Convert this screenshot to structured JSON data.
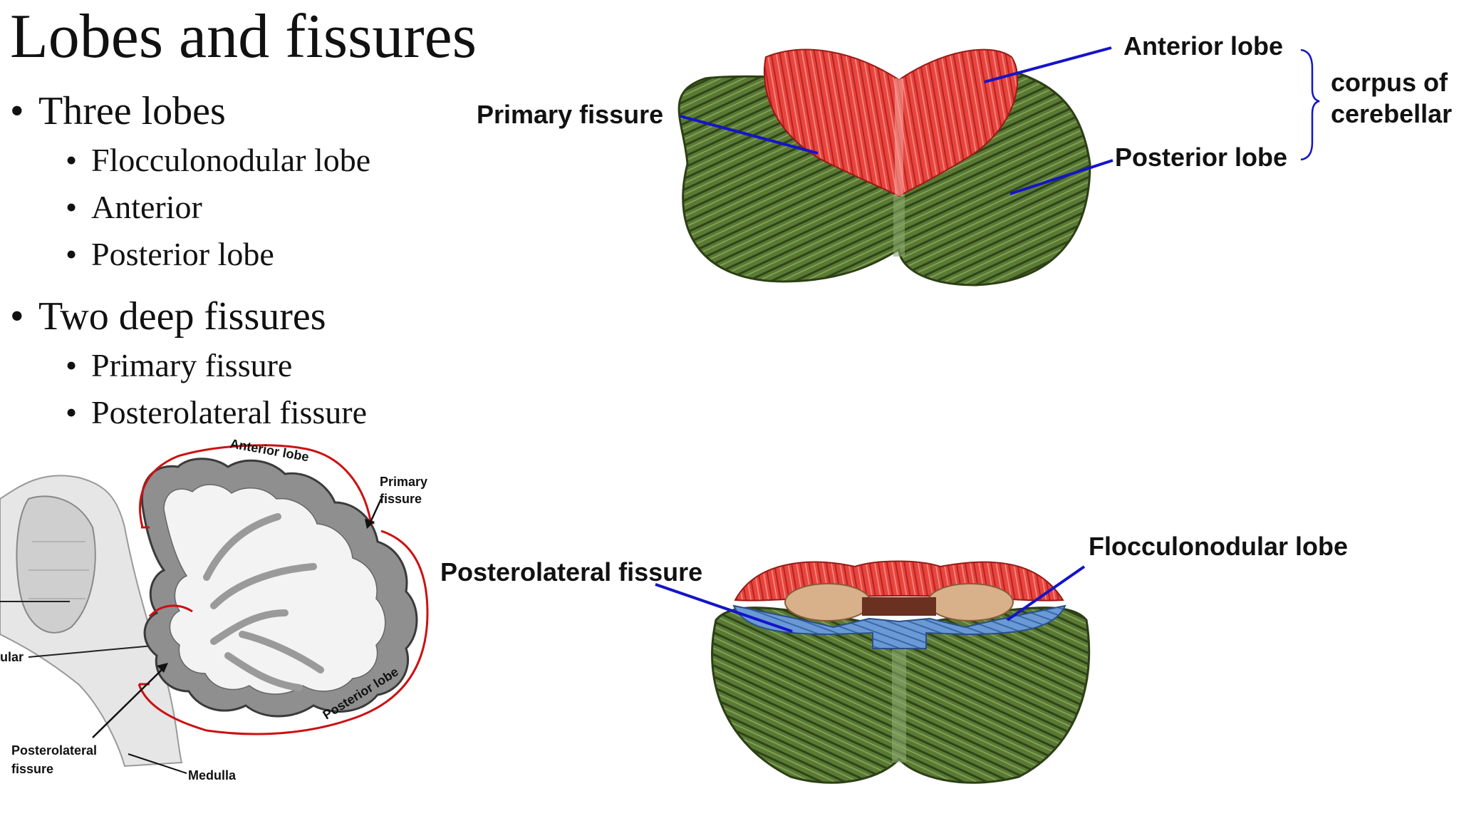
{
  "slide": {
    "title": "Lobes and fissures",
    "bullets": [
      {
        "text": "Three lobes",
        "sub": [
          "Flocculonodular lobe",
          "Anterior",
          "Posterior lobe"
        ]
      },
      {
        "text": "Two deep fissures",
        "sub": [
          "Primary fissure",
          "Posterolateral fissure"
        ]
      }
    ],
    "bullet_glyph": "•"
  },
  "top_figure": {
    "primary_fissure": "Primary fissure",
    "anterior_lobe": "Anterior lobe",
    "posterior_lobe": "Posterior lobe",
    "corpus_line1": "corpus of",
    "corpus_line2": "cerebellar"
  },
  "bottom_figure": {
    "posterolateral_fissure": "Posterolateral fissure",
    "flocculonodular_lobe": "Flocculonodular lobe"
  },
  "sagittal_figure": {
    "anterior_lobe": "Anterior lobe",
    "primary_fissure_line1": "Primary",
    "primary_fissure_line2": "fissure",
    "posterior_lobe": "Posterior lobe",
    "posterolateral_line1": "Posterolateral",
    "posterolateral_line2": "fissure",
    "medulla": "Medulla",
    "cut_label": "ular"
  },
  "colors": {
    "anterior": "#e8403c",
    "posterior": "#556b2f",
    "flocculonodular": "#5b8fd0",
    "leader_lines": "#1414c8",
    "sagittal_outline": "#cc1111"
  }
}
